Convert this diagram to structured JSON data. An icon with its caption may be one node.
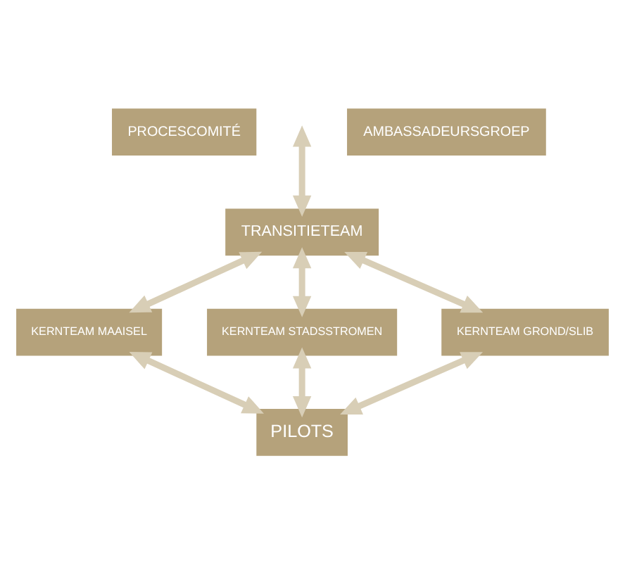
{
  "diagram": {
    "nodes": [
      {
        "text": [
          "PROCESCOMITÉ"
        ]
      },
      {
        "text": [
          "AMBASSADEURSGROEP"
        ]
      },
      {
        "text": [
          "TRANSITIETEAM"
        ]
      },
      {
        "text": [
          "KERNTEAM MAAISEL"
        ]
      },
      {
        "text": [
          "KERNTEAM STADSSTROMEN"
        ]
      },
      {
        "text": [
          "KERNTEAM GROND/SLIB"
        ]
      },
      {
        "text": [
          "PILOTS"
        ]
      }
    ],
    "edges": [
      {
        "from": null,
        "to": 2,
        "arrow": "both"
      },
      {
        "from": 2,
        "to": 3,
        "arrow": "both"
      },
      {
        "from": 2,
        "to": 4,
        "arrow": "both"
      },
      {
        "from": 2,
        "to": 5,
        "arrow": "both"
      },
      {
        "from": 3,
        "to": 6,
        "arrow": "both"
      },
      {
        "from": 4,
        "to": 6,
        "arrow": "both"
      },
      {
        "from": 5,
        "to": 6,
        "arrow": "both"
      }
    ]
  }
}
